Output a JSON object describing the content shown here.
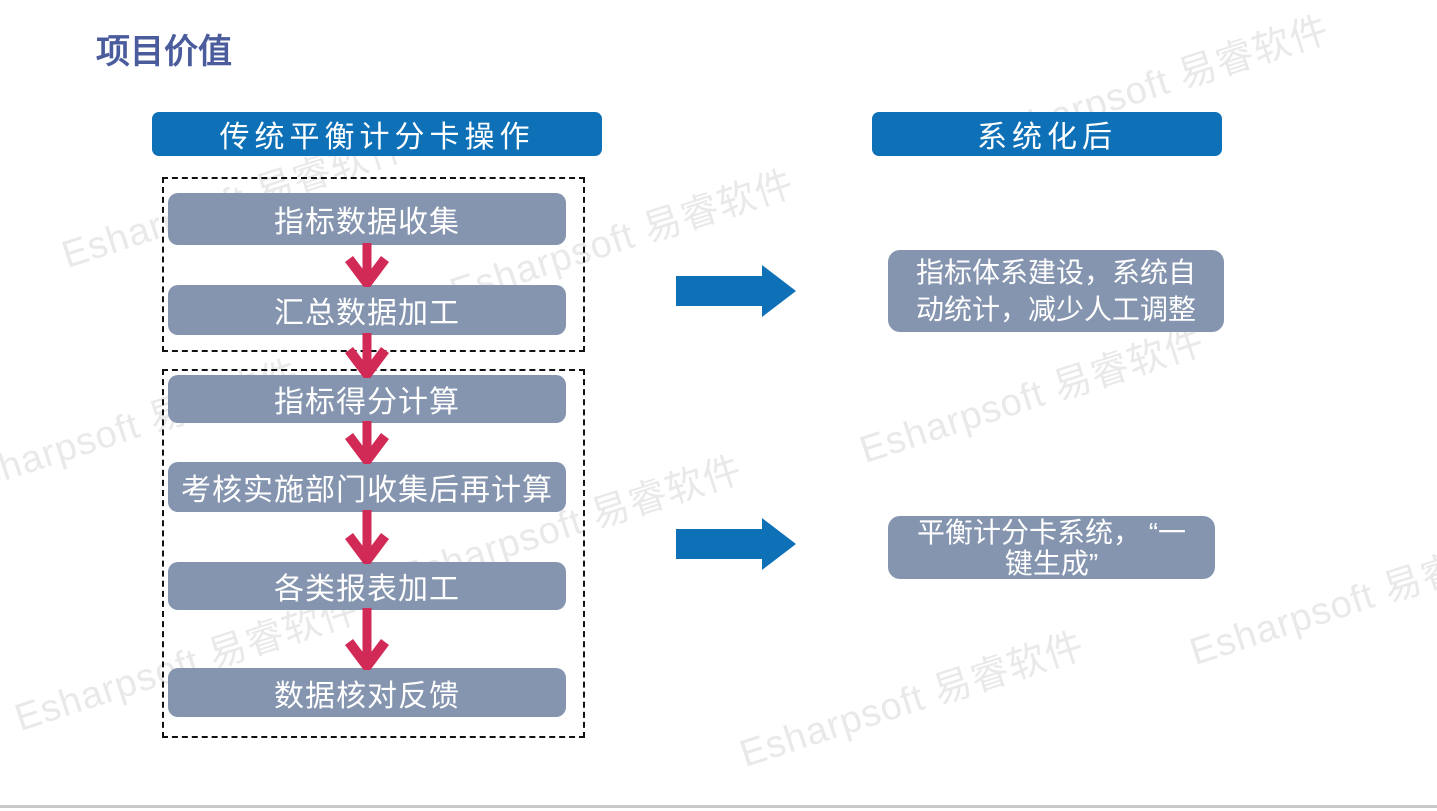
{
  "slide": {
    "title": "项目价值"
  },
  "colors": {
    "title_text": "#4a5c9c",
    "header_bar": "#0e71b8",
    "step_box": "#8595af",
    "down_arrow": "#d22a56",
    "right_arrow": "#0e71b8",
    "watermark": "#e9e9e9"
  },
  "left_column": {
    "header": "传统平衡计分卡操作",
    "groups": [
      {
        "steps": [
          "指标数据收集",
          "汇总数据加工"
        ]
      },
      {
        "steps": [
          "指标得分计算",
          "考核实施部门收集后再计算",
          "各类报表加工",
          "数据核对反馈"
        ]
      }
    ]
  },
  "right_column": {
    "header": "系统化后",
    "results": [
      {
        "lines": [
          "指标体系建设，系统自",
          "动统计，减少人工调整"
        ]
      },
      {
        "lines": [
          "平衡计分卡系统， “一",
          "键生成”"
        ]
      }
    ]
  },
  "watermark": {
    "text": "Esharpsoft 易睿软件"
  }
}
